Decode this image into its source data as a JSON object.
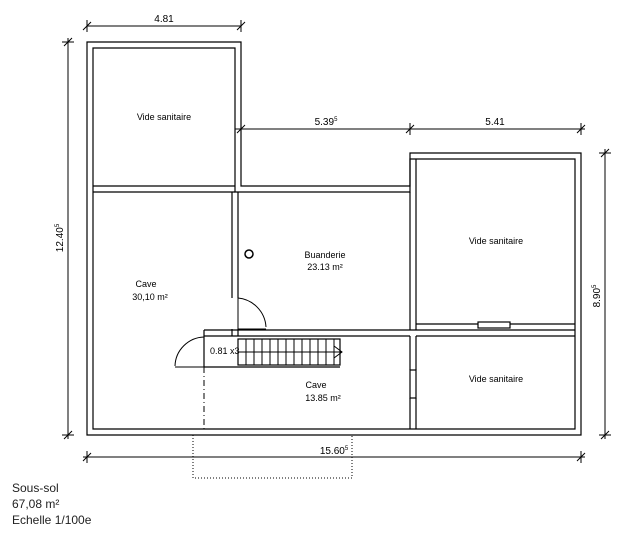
{
  "rooms": {
    "vide_nw": "Vide sanitaire",
    "vide_east": "Vide sanitaire",
    "vide_se": "Vide sanitaire",
    "buanderie_name": "Buanderie",
    "buanderie_area": "23.13 m²",
    "cave_west_name": "Cave",
    "cave_west_area": "30,10 m²",
    "cave_south_name": "Cave",
    "cave_south_area": "13.85  m²"
  },
  "dimensions": {
    "top_width": "4.81",
    "mid_width": "5.39",
    "mid_width_sup": "5",
    "right_width": "5.41",
    "total_width": "15.60",
    "total_width_sup": "5",
    "left_height": "12.40",
    "left_height_sup": "5",
    "right_height": "8.90",
    "right_height_sup": "5",
    "stair_label": "0.81 x3"
  },
  "legend": {
    "level": "Sous-sol",
    "area": "67,08 m²",
    "scale": "Echelle 1/100e"
  }
}
